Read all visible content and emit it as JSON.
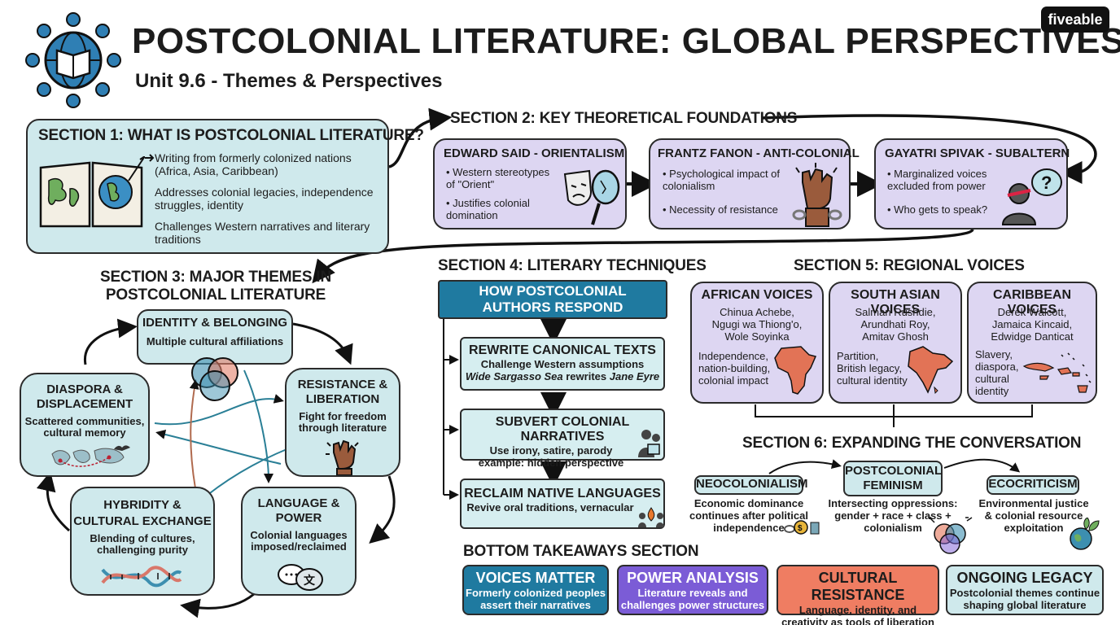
{
  "header": {
    "title": "POSTCOLONIAL LITERATURE: GLOBAL PERSPECTIVES",
    "subtitle": "Unit 9.6 - Themes & Perspectives",
    "brand": "fiveable"
  },
  "section1": {
    "heading": "SECTION 1: WHAT IS POSTCOLONIAL LITERATURE?",
    "points": [
      "Writing from formerly colonized nations (Africa, Asia, Caribbean)",
      "Addresses colonial legacies, independence struggles, identity",
      "Challenges Western narratives and literary traditions"
    ]
  },
  "section2": {
    "heading": "SECTION 2: KEY THEORETICAL FOUNDATIONS",
    "theorists": [
      {
        "name": "EDWARD SAID - ORIENTALISM",
        "points": [
          "Western stereotypes of \"Orient\"",
          "Justifies colonial domination"
        ]
      },
      {
        "name": "FRANTZ FANON - ANTI-COLONIAL",
        "points": [
          "Psychological impact of colonialism",
          "Necessity of resistance"
        ]
      },
      {
        "name": "GAYATRI SPIVAK - SUBALTERN",
        "points": [
          "Marginalized voices excluded from power",
          "Who gets to speak?"
        ]
      }
    ]
  },
  "section3": {
    "heading_line1": "SECTION 3: MAJOR THEMES IN",
    "heading_line2": "POSTCOLONIAL LITERATURE",
    "themes": {
      "identity": {
        "title": "IDENTITY & BELONGING",
        "desc": "Multiple cultural affiliations"
      },
      "resistance": {
        "title1": "RESISTANCE &",
        "title2": "LIBERATION",
        "desc1": "Fight for freedom",
        "desc2": "through literature"
      },
      "language": {
        "title1": "LANGUAGE &",
        "title2": "POWER",
        "desc1": "Colonial languages",
        "desc2": "imposed/reclaimed"
      },
      "hybridity": {
        "title1": "HYBRIDITY &",
        "title2": "CULTURAL EXCHANGE",
        "desc1": "Blending of cultures,",
        "desc2": "challenging purity"
      },
      "diaspora": {
        "title1": "DIASPORA &",
        "title2": "DISPLACEMENT",
        "desc1": "Scattered communities,",
        "desc2": "cultural memory"
      }
    }
  },
  "section4": {
    "heading": "SECTION 4: LITERARY TECHNIQUES",
    "top_line1": "HOW POSTCOLONIAL",
    "top_line2": "AUTHORS RESPOND",
    "techniques": [
      {
        "title": "REWRITE CANONICAL TEXTS",
        "line1": "Challenge Western assumptions",
        "line2_a": "Wide Sargasso Sea",
        "line2_b": " rewrites ",
        "line2_c": "Jane Eyre"
      },
      {
        "title": "SUBVERT COLONIAL NARRATIVES",
        "line1": "Use irony, satire, parody",
        "line2": "example: hidden perspective"
      },
      {
        "title": "RECLAIM NATIVE LANGUAGES",
        "line1": "Revive oral traditions, vernacular"
      }
    ]
  },
  "section5": {
    "heading": "SECTION 5: REGIONAL VOICES",
    "regions": [
      {
        "title": "AFRICAN VOICES",
        "authors": [
          "Chinua Achebe,",
          "Ngugi wa Thiong'o,",
          "Wole Soyinka"
        ],
        "themes": [
          "Independence,",
          "nation-building,",
          "colonial impact"
        ]
      },
      {
        "title": "SOUTH ASIAN VOICES",
        "authors": [
          "Salman Rushdie,",
          "Arundhati Roy,",
          "Amitav Ghosh"
        ],
        "themes": [
          "Partition,",
          "British legacy,",
          "cultural identity"
        ]
      },
      {
        "title": "CARIBBEAN VOICES",
        "authors": [
          "Derek Walcott,",
          "Jamaica Kincaid,",
          "Edwidge Danticat"
        ],
        "themes": [
          "Slavery,",
          "diaspora,",
          "cultural",
          "identity"
        ]
      }
    ]
  },
  "section6": {
    "heading": "SECTION 6: EXPANDING THE CONVERSATION",
    "items": [
      {
        "title": "NEOCOLONIALISM",
        "lines": [
          "Economic dominance",
          "continues after political",
          "independence"
        ]
      },
      {
        "title1": "POSTCOLONIAL",
        "title2": "FEMINISM",
        "lines": [
          "Intersecting oppressions:",
          "gender + race + class +",
          "colonialism"
        ]
      },
      {
        "title": "ECOCRITICISM",
        "lines": [
          "Environmental justice",
          "& colonial resource",
          "exploitation"
        ]
      }
    ]
  },
  "takeaways": {
    "heading": "BOTTOM TAKEAWAYS SECTION",
    "items": [
      {
        "title": "VOICES MATTER",
        "line1": "Formerly colonized peoples",
        "line2": "assert their narratives",
        "bg": "#1f7aa0",
        "fg": "#ffffff"
      },
      {
        "title": "POWER ANALYSIS",
        "line1": "Literature reveals and",
        "line2": "challenges power structures",
        "bg": "#7b5cd6",
        "fg": "#ffffff"
      },
      {
        "title": "CULTURAL RESISTANCE",
        "line1": "Language, identity, and",
        "line2": "creativity as tools of liberation",
        "bg": "#ef7d62",
        "fg": "#1c1c1c"
      },
      {
        "title": "ONGOING LEGACY",
        "line1": "Postcolonial themes continue",
        "line2": "shaping global literature",
        "bg": "#cfe9ec",
        "fg": "#1c1c1c"
      }
    ]
  },
  "colors": {
    "teal": "#cfe9ec",
    "lavender": "#ddd6f2",
    "blue": "#1f7aa0",
    "purple": "#7b5cd6",
    "coral": "#ef7d62"
  },
  "icons": [
    "globe-book-logo-icon",
    "open-book-map-icon",
    "theater-mask-mirror-icon",
    "raised-fist-chain-icon",
    "silenced-person-question-icon",
    "venn-diagram-icon",
    "raised-fist-icon",
    "speech-bubbles-icon",
    "dna-helix-icon",
    "world-map-migration-icon",
    "africa-map-icon",
    "south-asia-map-icon",
    "caribbean-map-icon",
    "chain-coins-icon",
    "gender-venn-icon",
    "plant-globe-icon",
    "reading-figures-icon",
    "storytelling-fire-icon"
  ]
}
